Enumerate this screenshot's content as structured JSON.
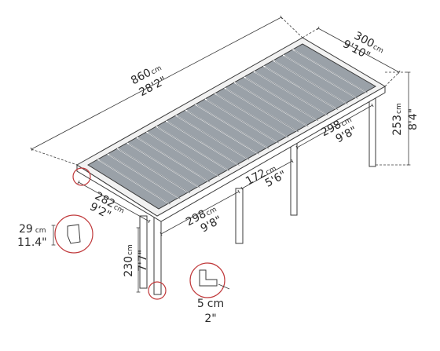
{
  "dimensions": {
    "length": {
      "metric": "860",
      "metric_unit": "cm",
      "imperial": "28'2\""
    },
    "width": {
      "metric": "300",
      "metric_unit": "cm",
      "imperial": "9'10\""
    },
    "height_total": {
      "metric": "253",
      "metric_unit": "cm",
      "imperial": "8'4\""
    },
    "span_front_left": {
      "metric": "282",
      "metric_unit": "cm",
      "imperial": "9'2\""
    },
    "span_front_mid": {
      "metric": "298",
      "metric_unit": "cm",
      "imperial": "9'8\""
    },
    "span_back_right": {
      "metric": "298",
      "metric_unit": "cm",
      "imperial": "9'8\""
    },
    "span_middle": {
      "metric": "172",
      "metric_unit": "cm",
      "imperial": "5'6\""
    },
    "post_height": {
      "metric": "230",
      "metric_unit": "cm",
      "imperial": "7'7\""
    },
    "gutter_height": {
      "metric": "29",
      "metric_unit": "cm",
      "imperial": "11.4\""
    },
    "downpipe": {
      "metric": "5",
      "metric_unit": "cm",
      "imperial": "2\""
    }
  },
  "colors": {
    "line": "#3a3a3a",
    "roof_panel": "#9aa1a8",
    "roof_frame": "#f2f2f2",
    "detail_circle": "#c0393b"
  }
}
